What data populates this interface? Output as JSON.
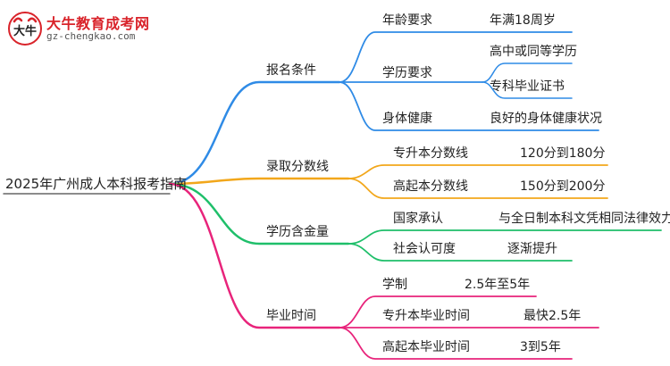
{
  "logo": {
    "name": "大牛教育成考网",
    "url": "gz-chengkao.com",
    "mark_text": "大牛"
  },
  "root": "2025年广州成人本科报考指南",
  "branches": [
    {
      "label": "报名条件",
      "color": "#2f8be6",
      "children": [
        {
          "label": "年龄要求",
          "value": "年满18周岁"
        },
        {
          "label": "学历要求",
          "values": [
            "高中或同等学历",
            "专科毕业证书"
          ]
        },
        {
          "label": "身体健康",
          "value": "良好的身体健康状况"
        }
      ]
    },
    {
      "label": "录取分数线",
      "color": "#f2a71b",
      "children": [
        {
          "label": "专升本分数线",
          "value": "120分到180分"
        },
        {
          "label": "高起本分数线",
          "value": "150分到200分"
        }
      ]
    },
    {
      "label": "学历含金量",
      "color": "#1fbf6a",
      "children": [
        {
          "label": "国家承认",
          "value": "与全日制本科文凭相同法律效力"
        },
        {
          "label": "社会认可度",
          "value": "逐渐提升"
        }
      ]
    },
    {
      "label": "毕业时间",
      "color": "#e8247b",
      "children": [
        {
          "label": "学制",
          "value": "2.5年至5年"
        },
        {
          "label": "专升本毕业时间",
          "value": "最快2.5年"
        },
        {
          "label": "高起本毕业时间",
          "value": "3到5年"
        }
      ]
    }
  ]
}
